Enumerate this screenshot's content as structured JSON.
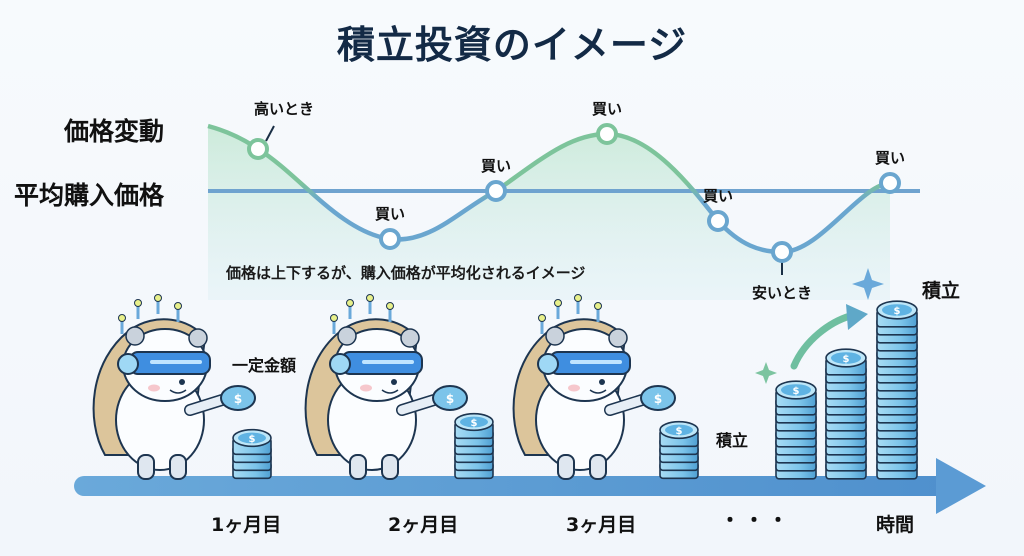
{
  "title": "積立投資のイメージ",
  "labels": {
    "price_change": "価格変動",
    "avg_price": "平均購入価格",
    "caption": "価格は上下するが、購入価格が平均化されるイメージ",
    "fixed_amount": "一定金額",
    "accumulate_mid": "積立",
    "accumulate_top": "積立",
    "time": "時間",
    "ellipsis": "・・・"
  },
  "colors": {
    "title": "#132a46",
    "price_line_high": "#7dc49b",
    "price_line_low": "#6aa6cf",
    "avg_line": "#6fa3cf",
    "timeline_arrow": "#5b9bd4",
    "coin": "#7cc4ea",
    "coin_outline": "#1d3550",
    "hedgehog_spines": "#d9c39a",
    "visor": "#3f8ee0"
  },
  "chart_data": {
    "type": "line",
    "title": "価格変動",
    "series": [
      {
        "name": "価格変動",
        "kind": "curve"
      },
      {
        "name": "平均購入価格",
        "kind": "horizontal-line",
        "value": 0
      }
    ],
    "points": [
      {
        "label": "高いとき",
        "relative": 0.55,
        "position": "above"
      },
      {
        "label": "買い",
        "relative": -0.9,
        "position": "above"
      },
      {
        "label": "買い",
        "relative": 0.05,
        "position": "above"
      },
      {
        "label": "買い",
        "relative": 1.0,
        "position": "above"
      },
      {
        "label": "買い",
        "relative": -0.5,
        "position": "above"
      },
      {
        "label": "安いとき",
        "relative": -1.0,
        "position": "below"
      },
      {
        "label": "買い",
        "relative": 0.1,
        "position": "above"
      }
    ]
  },
  "timeline": {
    "months": [
      {
        "label": "1ヶ月目",
        "coin_stack": 4
      },
      {
        "label": "2ヶ月目",
        "coin_stack": 6
      },
      {
        "label": "3ヶ月目",
        "coin_stack": 5
      }
    ],
    "growth_stacks": [
      10,
      14,
      20
    ]
  }
}
